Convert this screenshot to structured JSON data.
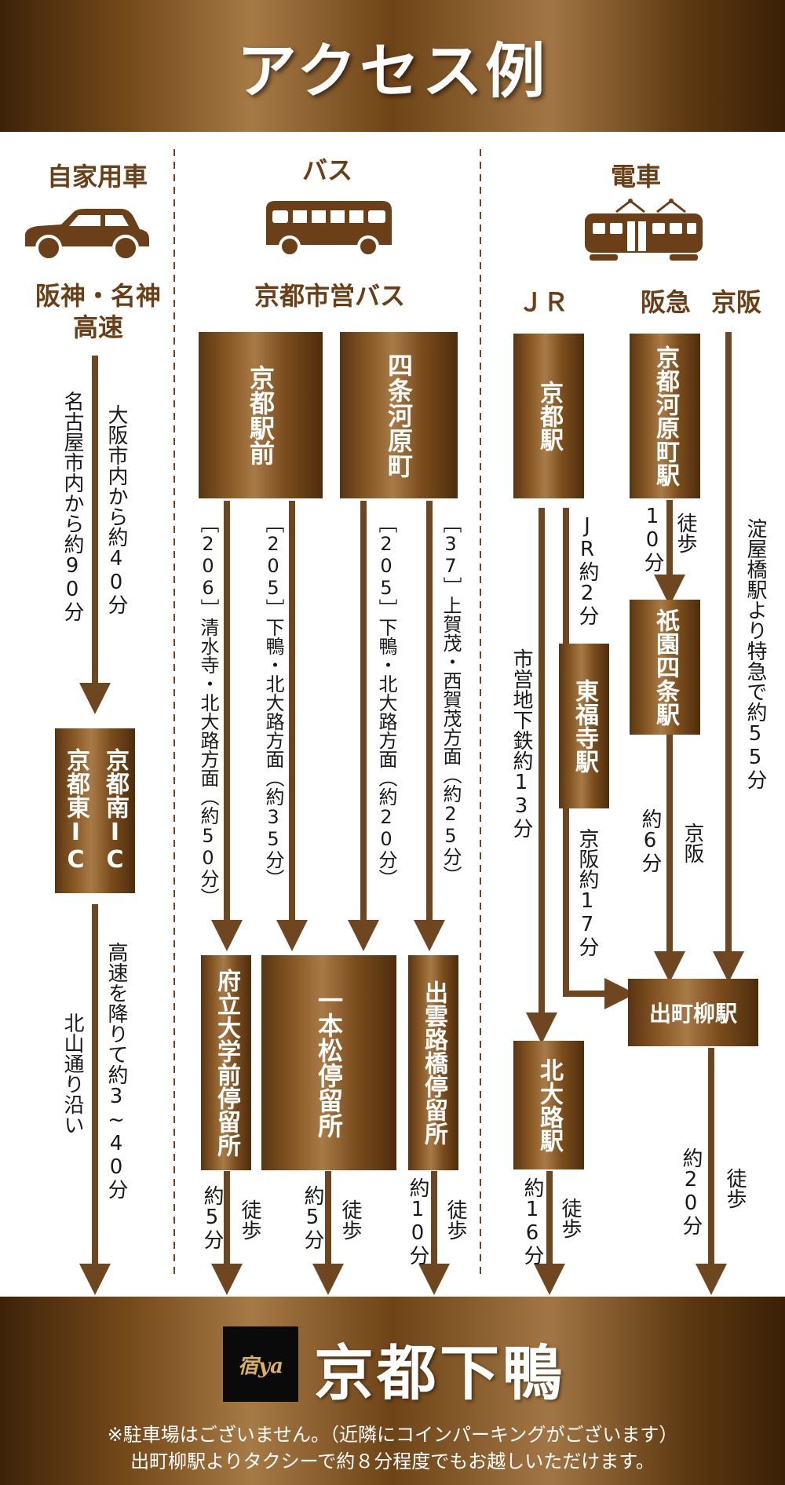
{
  "header": {
    "title": "アクセス例"
  },
  "car": {
    "category": "自家用車",
    "route_line1": "阪神・名神",
    "route_line2": "高速",
    "from_osaka": "大阪市内から約40分",
    "from_nagoya": "名古屋市内から約90分",
    "ic_south": "京都南IC",
    "ic_east": "京都東IC",
    "exit_time": "高速を降りて約3~40分",
    "along_street": "北山通り沿い"
  },
  "bus": {
    "category": "バス",
    "operator": "京都市営バス",
    "stop_kyoto_station": "京都駅前",
    "stop_shijo": "四条河原町",
    "route_206": "［206］清水寺・北大路方面（約50分）",
    "route_205a": "［205］下鴨・北大路方面（約35分）",
    "route_205b": "［205］下鴨・北大路方面（約20分）",
    "route_37": "［37］上賀茂・西賀茂方面（約25分）",
    "dest_furitsu": "府立大学前停留所",
    "dest_ippon": "一本松停留所",
    "dest_izumoji": "出雲路橋停留所",
    "walk_label": "徒歩",
    "walk_furitsu": "約5分",
    "walk_ippon": "約5分",
    "walk_izumoji": "約10分"
  },
  "train": {
    "category": "電車",
    "jr": "ＪＲ",
    "hankyu": "阪急",
    "keihan": "京阪",
    "kyoto_station": "京都駅",
    "kawaramachi": "京都河原町駅",
    "tofukuji": "東福寺駅",
    "gion_shijo": "祇園四条駅",
    "kitaoji": "北大路駅",
    "demachiyanagi": "出町柳駅",
    "jr_time": "JR約2分",
    "subway_time": "市営地下鉄約13分",
    "keihan_17": "京阪約17分",
    "walk_label": "徒歩",
    "walk_10": "10分",
    "walk_6_time": "約6分",
    "keihan_label": "京阪",
    "yodoyabashi": "淀屋橋駅より特急で約55分",
    "walk_kitaoji": "約16分",
    "walk_demachi": "約20分"
  },
  "footer": {
    "logo_mark": "宿ya",
    "brand": "京都下鴨",
    "note1": "※駐車場はございません。（近隣にコインパーキングがございます）",
    "note2": "出町柳駅よりタクシーで約８分程度でもお越しいただけます。"
  },
  "colors": {
    "brown": "#6b4019",
    "arrow": "#6e4620",
    "accent_text": "#6b3f16"
  },
  "icons": [
    "car-icon",
    "bus-icon",
    "train-icon"
  ]
}
